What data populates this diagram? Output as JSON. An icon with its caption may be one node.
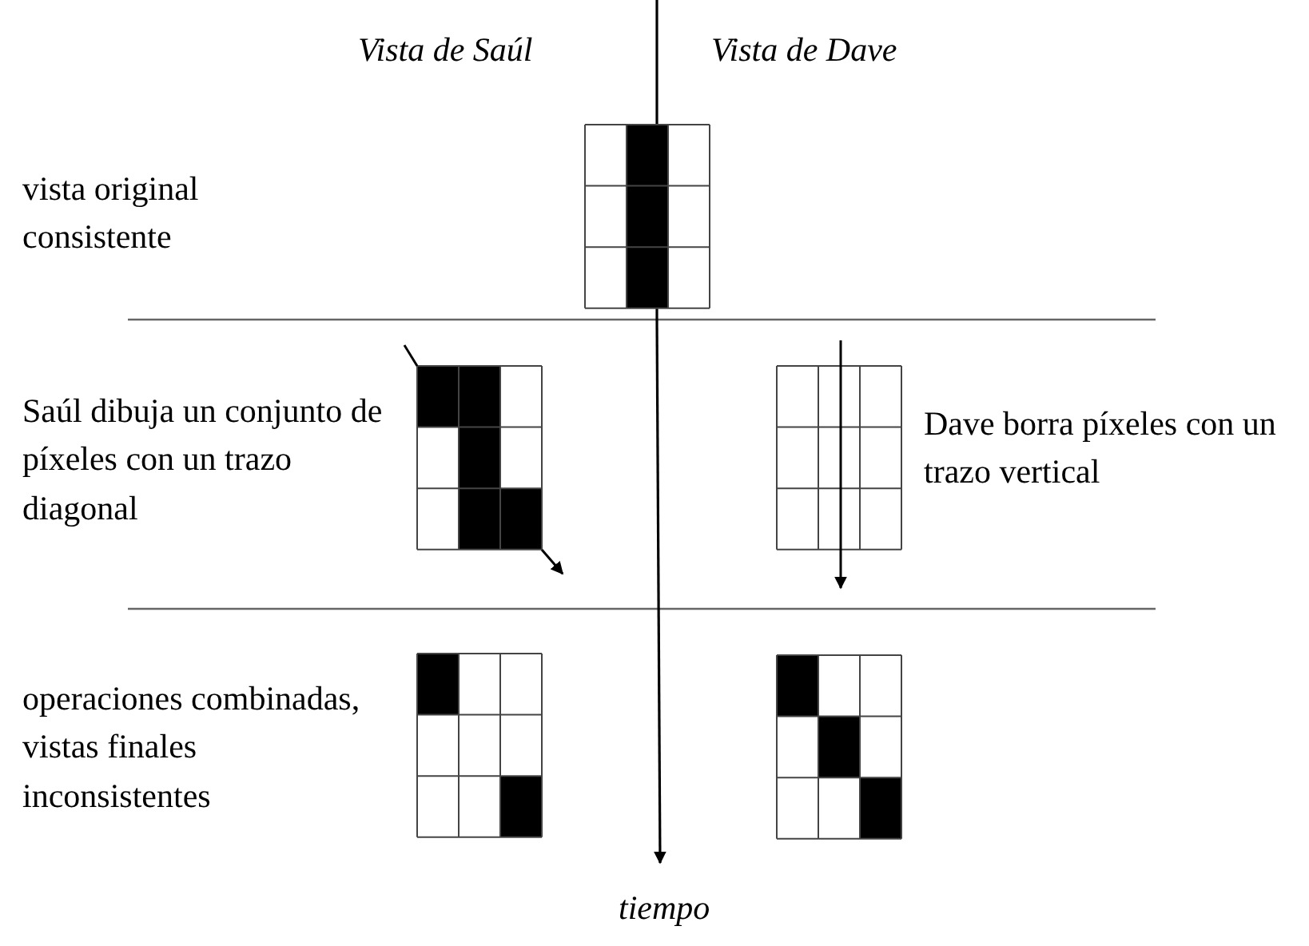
{
  "diagram": {
    "labels": [
      "Vista de Saúl",
      "Vista de Dave",
      "vista original consistente",
      "Saúl dibuja un conjunto de píxeles con un trazo diagonal",
      "Dave borra píxeles con un trazo vertical",
      "operaciones combinadas, vistas finales inconsistentes",
      "tiempo"
    ]
  }
}
